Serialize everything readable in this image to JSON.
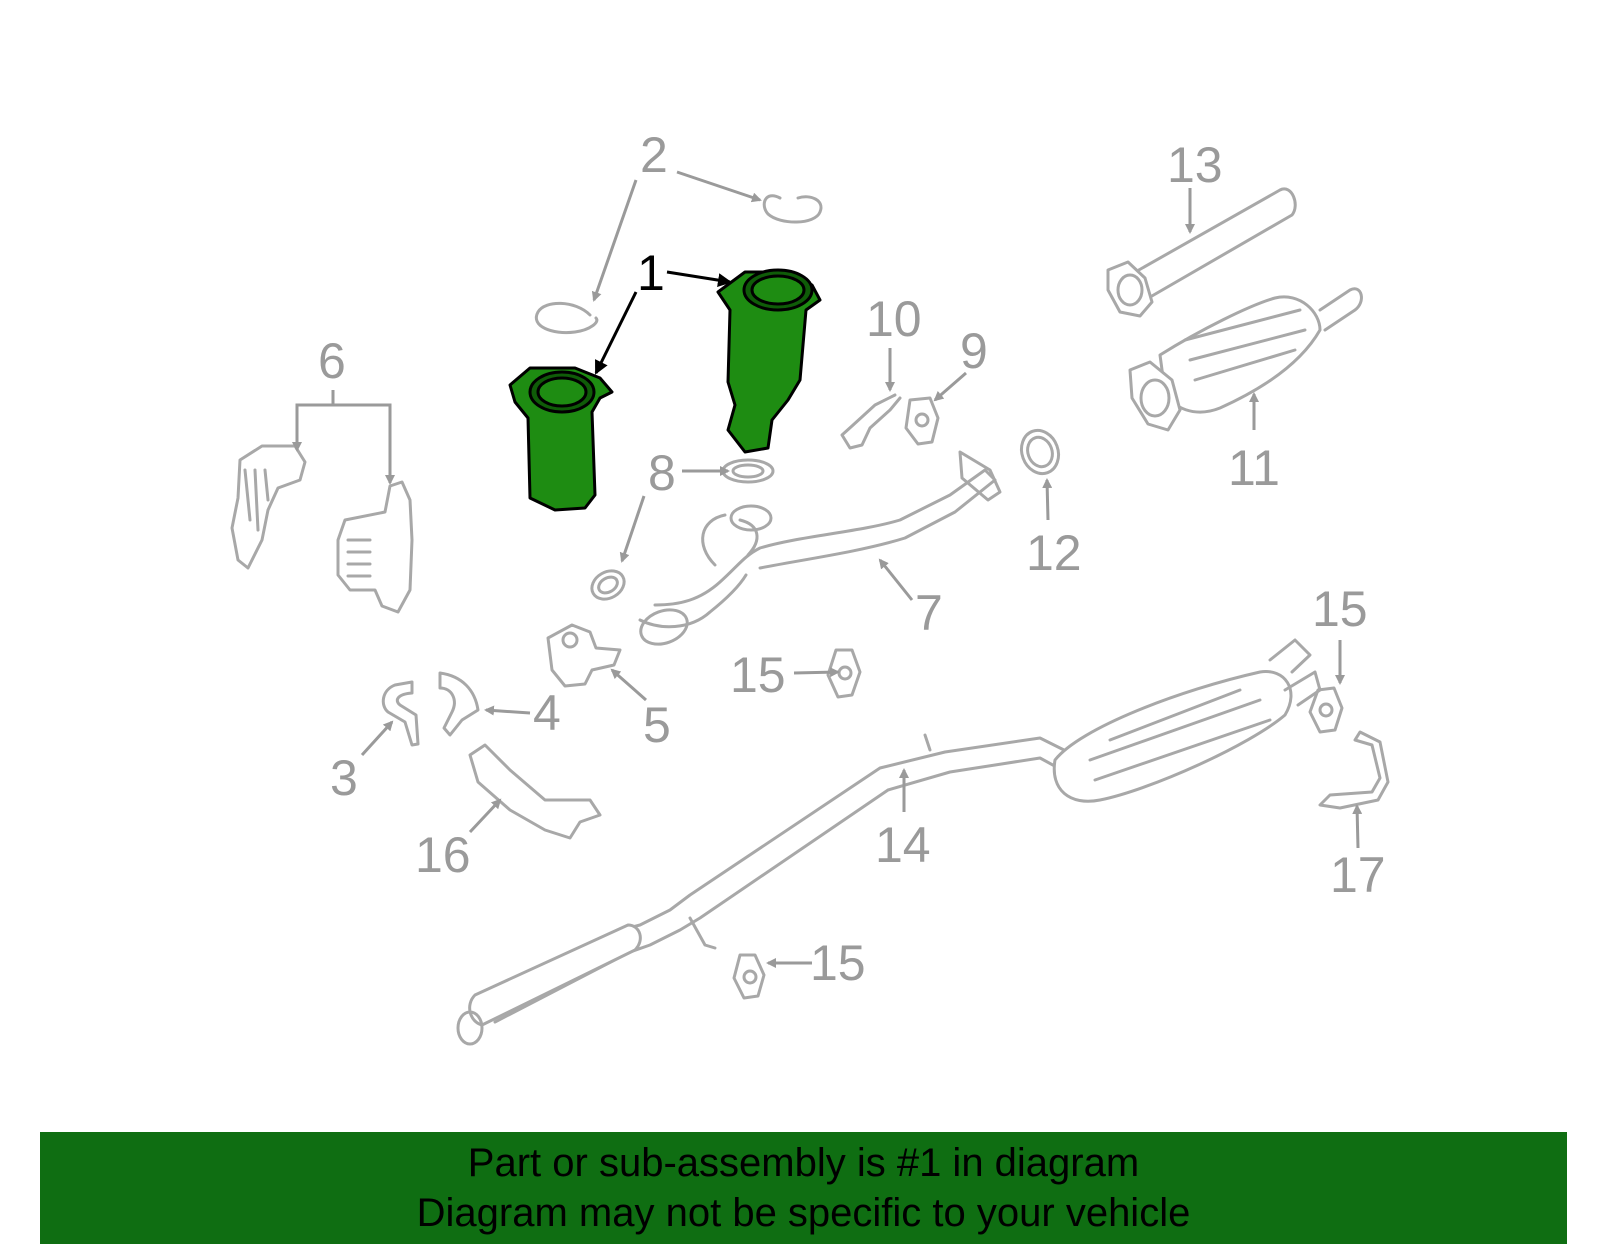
{
  "callouts": [
    {
      "id": "1",
      "label": "1"
    },
    {
      "id": "2",
      "label": "2"
    },
    {
      "id": "3",
      "label": "3"
    },
    {
      "id": "4",
      "label": "4"
    },
    {
      "id": "5",
      "label": "5"
    },
    {
      "id": "6",
      "label": "6"
    },
    {
      "id": "7",
      "label": "7"
    },
    {
      "id": "8",
      "label": "8"
    },
    {
      "id": "9",
      "label": "9"
    },
    {
      "id": "10",
      "label": "10"
    },
    {
      "id": "11",
      "label": "11"
    },
    {
      "id": "12",
      "label": "12"
    },
    {
      "id": "13",
      "label": "13"
    },
    {
      "id": "14",
      "label": "14"
    },
    {
      "id": "15a",
      "label": "15"
    },
    {
      "id": "15b",
      "label": "15"
    },
    {
      "id": "15c",
      "label": "15"
    },
    {
      "id": "16",
      "label": "16"
    },
    {
      "id": "17",
      "label": "17"
    }
  ],
  "banner": {
    "line1": "Part or sub-assembly is #1 in diagram",
    "line2": "Diagram may not be specific to your vehicle"
  },
  "colors": {
    "highlight": "#1e8c12",
    "banner": "#0f6e12",
    "line": "#a8a8a8"
  }
}
